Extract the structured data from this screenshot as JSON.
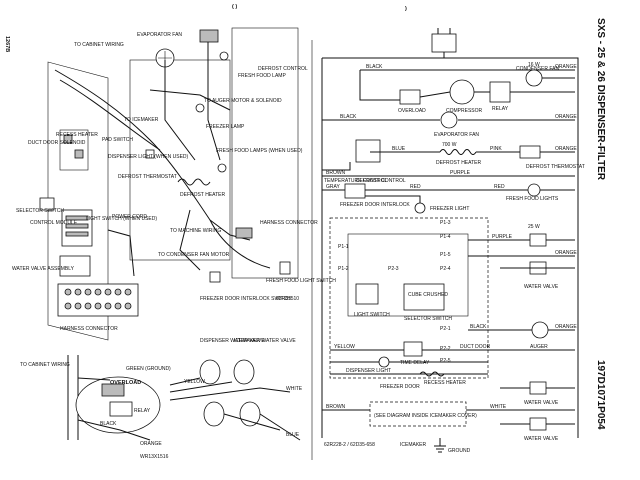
{
  "page": {
    "left_code": "1267B",
    "right_title": "SXS - 25 & 26 DISPENSER-FILTER",
    "right_part": "197D1071P054",
    "top_marks": [
      "( )",
      ")"
    ]
  },
  "left_labels": {
    "to_cabinet_wiring": "TO CABINET WIRING",
    "evaporator_fan": "EVAPORATOR FAN",
    "defrost_control": "DEFROST CONTROL",
    "to_auger_motor": "TO AUGER MOTOR & SOLENOID",
    "to_icemaker": "TO ICEMAKER",
    "fresh_food_lamp": "FRESH FOOD LAMP",
    "freezer_lamp": "FREEZER LAMP",
    "recess_heater": "RECESS HEATER",
    "pad_switch": "PAD SWITCH",
    "duct_door_solenoid": "DUCT DOOR SOLENOID",
    "dispenser_light": "DISPENSER LIGHT (WHEN USED)",
    "defrost_thermostat": "DEFROST THERMOSTAT",
    "fresh_food_lamps_when_used": "FRESH FOOD LAMPS (WHEN USED)",
    "defrost_heater": "DEFROST HEATER",
    "selector_switch": "SELECTOR SWITCH",
    "control_module": "CONTROL MODULE",
    "light_switch": "LIGHT SWITCH (WHEN USED)",
    "power_cord": "POWER CORD",
    "water_valve_assembly": "WATER VALVE ASSEMBLY",
    "to_machine_wiring": "TO MACHINE WIRING",
    "to_condenser_fan_motor": "TO CONDENSER FAN MOTOR",
    "harness_connector": "HARNESS CONNECTOR",
    "freezer_door_interlock_switch": "FREEZER DOOR INTERLOCK SWITCH",
    "fresh_food_light_switch": "FRESH FOOD LIGHT SWITCH",
    "harness_connector_bottom": "HARNESS CONNECTOR",
    "green_ground": "GREEN (GROUND)",
    "overload": "OVERLOAD",
    "relay": "RELAY",
    "to_cabinet_wiring_2": "TO CABINET WIRING",
    "dispenser_water_valve": "DISPENSER WATER VALVE",
    "icemaker_water_valve": "ICEMAKER WATER VALVE",
    "black": "BLACK",
    "white": "WHITE",
    "yellow": "YELLOW",
    "orange": "ORANGE",
    "blue": "BLUE",
    "part_left": "63R81510",
    "part_mid": "WR13X1516"
  },
  "schematic": {
    "black": "BLACK",
    "orange": "ORANGE",
    "overload": "OVERLOAD",
    "compressor": "COMPRESSOR",
    "relay": "RELAY",
    "condenser_fan": "CONDENSER FAN",
    "evaporator_fan": "EVAPORATOR FAN",
    "blue": "BLUE",
    "pink": "PINK",
    "defrost_heater": "DEFROST HEATER",
    "defrost_thermostat": "DEFROST THERMOSTAT",
    "temperature_control": "TEMPERATURE CONTROL",
    "defrost_control": "DEFROST CONTROL",
    "brown": "BROWN",
    "purple": "PURPLE",
    "gray": "GRAY",
    "red": "RED",
    "fresh_food_lights": "FRESH FOOD LIGHTS",
    "freezer_door_interlock": "FREEZER DOOR INTERLOCK",
    "freezer_light": "FREEZER LIGHT",
    "water_valve": "WATER VALVE",
    "light_switch": "LIGHT SWITCH",
    "selector_switch": "SELECTOR SWITCH",
    "auger": "AUGER",
    "cubed_crushed": "CUBE CRUSHED",
    "yellow": "YELLOW",
    "time_delay": "TIME DELAY",
    "duct_door": "DUCT DOOR",
    "dispenser_light": "DISPENSER LIGHT",
    "recess_heater": "RECESS HEATER",
    "freezer_door": "FREEZER DOOR",
    "icemaker_note": "(SEE DIAGRAM INSIDE ICEMAKER COVER)",
    "icemaker": "ICEMAKER",
    "white": "WHITE",
    "part_bottom": "62R228-2 / 62D35-658",
    "ground": "GROUND",
    "rating_fan": "16 W",
    "rating_valve": "25 W",
    "rating_heater": "700 W",
    "p_labels": [
      "P1-1",
      "P1-2",
      "P2-3",
      "P2-4",
      "P1-3",
      "P1-4",
      "P1-5",
      "P2-1",
      "P2-2",
      "P2-5"
    ]
  },
  "colors": {
    "ink": "#111111",
    "paper": "#ffffff"
  }
}
